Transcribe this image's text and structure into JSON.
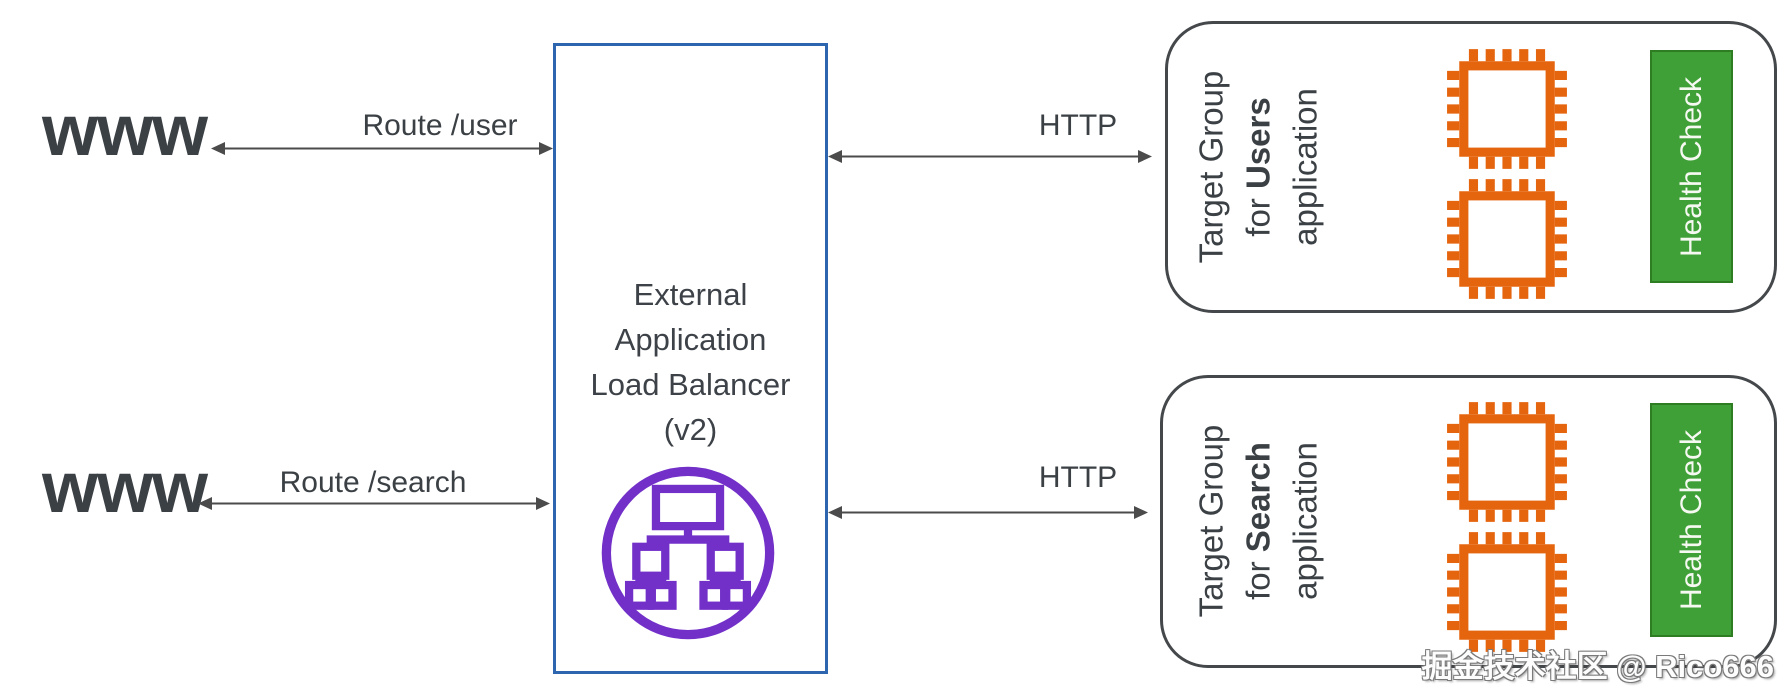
{
  "clients": {
    "top": "www",
    "bottom": "www"
  },
  "edges": {
    "route_user": "Route /user",
    "route_search": "Route /search",
    "http_top": "HTTP",
    "http_bottom": "HTTP"
  },
  "load_balancer": {
    "lines": [
      "External",
      "Application",
      "Load Balancer",
      "(v2)"
    ],
    "icon": "load-balancer-icon"
  },
  "target_groups": [
    {
      "label_line1": "Target Group",
      "label_line2_prefix": "for ",
      "label_line2_bold": "Users",
      "label_line3": "application",
      "instance_icon": "chip-icon",
      "instance_count": 2,
      "health_check_label": "Health Check"
    },
    {
      "label_line1": "Target Group",
      "label_line2_prefix": "for ",
      "label_line2_bold": "Search",
      "label_line3": "application",
      "instance_icon": "chip-icon",
      "instance_count": 2,
      "health_check_label": "Health Check"
    }
  ],
  "watermark": "掘金技术社区 @ Rico666",
  "colors": {
    "text": "#3b4045",
    "arrow": "#4b4b4b",
    "lb_box_border": "#2d66ae",
    "lb_icon_purple": "#7230c9",
    "chip_orange": "#e5640e",
    "health_green_fill": "#3fa037",
    "health_green_border": "#2e7d22",
    "target_group_border": "#45484b"
  }
}
